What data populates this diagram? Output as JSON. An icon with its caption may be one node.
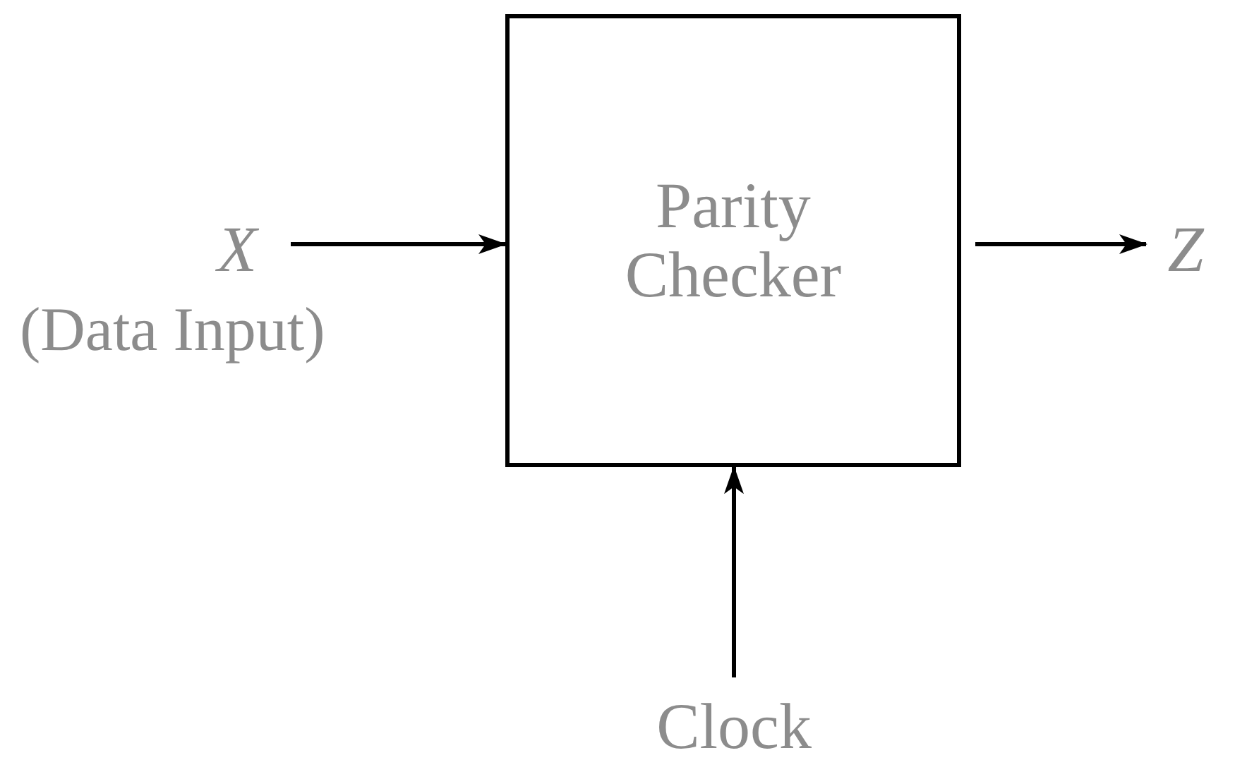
{
  "diagram": {
    "nodes": [
      {
        "text": [
          "X"
        ],
        "beside": [
          "(Data Input)"
        ]
      },
      {
        "text": [
          "Parity Checker"
        ]
      },
      {
        "text": [
          "Z"
        ]
      },
      {
        "text": [
          "Clock"
        ]
      }
    ],
    "edges": [
      {
        "from": 0,
        "to": 1,
        "arrow": "to"
      },
      {
        "from": 1,
        "to": 2,
        "arrow": "to"
      },
      {
        "from": 3,
        "to": 1,
        "arrow": "to"
      }
    ]
  }
}
